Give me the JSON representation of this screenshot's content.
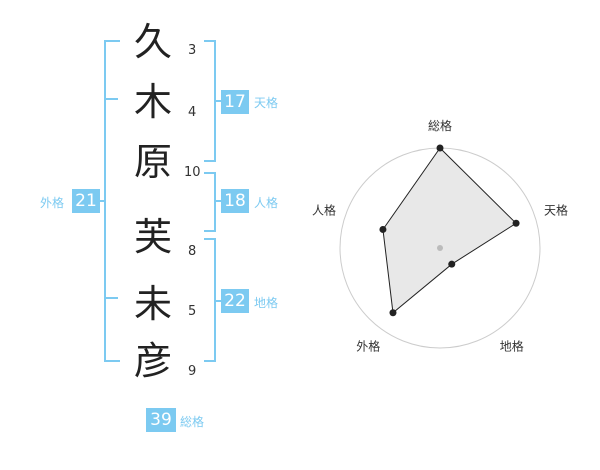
{
  "name_chars": [
    {
      "char": "久",
      "strokes": "3"
    },
    {
      "char": "木",
      "strokes": "4"
    },
    {
      "char": "原",
      "strokes": "10"
    },
    {
      "char": "芙",
      "strokes": "8"
    },
    {
      "char": "未",
      "strokes": "5"
    },
    {
      "char": "彦",
      "strokes": "9"
    }
  ],
  "fortunes": {
    "tenkaku": {
      "value": "17",
      "label": "天格"
    },
    "jinkaku": {
      "value": "18",
      "label": "人格"
    },
    "chikaku": {
      "value": "22",
      "label": "地格"
    },
    "gaikaku": {
      "value": "21",
      "label": "外格"
    },
    "soukaku": {
      "value": "39",
      "label": "総格"
    }
  },
  "radar": {
    "axes": [
      "総格",
      "天格",
      "地格",
      "外格",
      "人格"
    ],
    "levels": 5,
    "values": [
      5,
      4,
      1,
      4,
      3
    ],
    "max": 5,
    "colors": {
      "fill": "#e8e8e8",
      "line": "#222222",
      "grid": "#cccccc",
      "center": "#bbbbbb"
    }
  },
  "colors": {
    "accent": "#7ccaf1"
  }
}
